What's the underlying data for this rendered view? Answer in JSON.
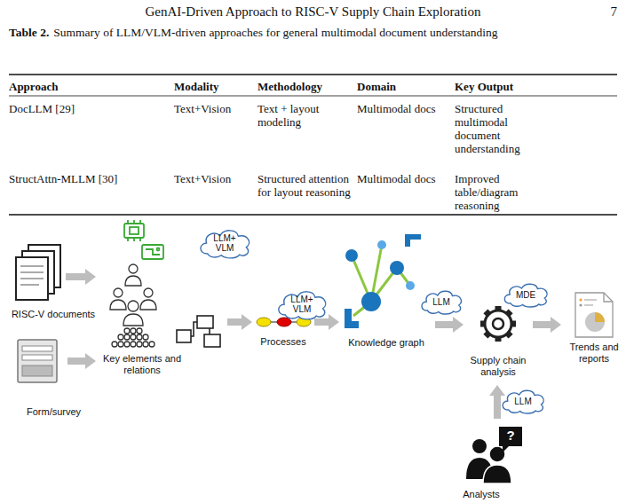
{
  "diagram": {
    "nodes": [
      {
        "text": [
          "RISC-V documents"
        ]
      },
      {
        "text": [
          "Form/survey"
        ]
      },
      {
        "text": [
          "Key elements and relations"
        ]
      },
      {
        "text": [
          "LLM+ VLM"
        ]
      },
      {
        "text": [
          "Processes"
        ]
      },
      {
        "text": [
          "LLM+ VLM"
        ]
      },
      {
        "text": [
          "Knowledge graph"
        ]
      },
      {
        "text": [
          "LLM"
        ]
      },
      {
        "text": [
          "Supply chain analysis"
        ]
      },
      {
        "text": [
          "MDE"
        ]
      },
      {
        "text": [
          "Trends and reports"
        ]
      },
      {
        "text": [
          "LLM"
        ]
      },
      {
        "text": [
          "Analysts"
        ]
      }
    ],
    "edges": [
      {
        "from": 0,
        "to": 2,
        "arrow": "to"
      },
      {
        "from": 1,
        "to": 2,
        "arrow": "to"
      },
      {
        "from": 2,
        "to": 4,
        "arrow": "to"
      },
      {
        "from": 4,
        "to": 6,
        "arrow": "to"
      },
      {
        "from": 6,
        "to": 8,
        "arrow": "to"
      },
      {
        "from": 8,
        "to": 10,
        "arrow": "to"
      },
      {
        "from": 12,
        "to": 8,
        "arrow": "to"
      }
    ],
    "labels": [
      "GenAI-Driven Approach to RISC-V Supply Chain Exploration",
      "7",
      "Table 2.",
      "Summary of LLM/VLM-driven approaches for general multimodal document understanding",
      "Approach",
      "Modality",
      "Methodology",
      "Domain",
      "Key Output",
      "DocLLM [29]",
      "Text+Vision",
      "Text + layout modeling",
      "Multimodal docs",
      "Structured multimodal document understanding",
      "StructAttn-MLLM [30]",
      "Text+Vision",
      "Structured attention for layout reasoning",
      "Multimodal docs",
      "Improved table/diagram reasoning",
      "?"
    ]
  }
}
